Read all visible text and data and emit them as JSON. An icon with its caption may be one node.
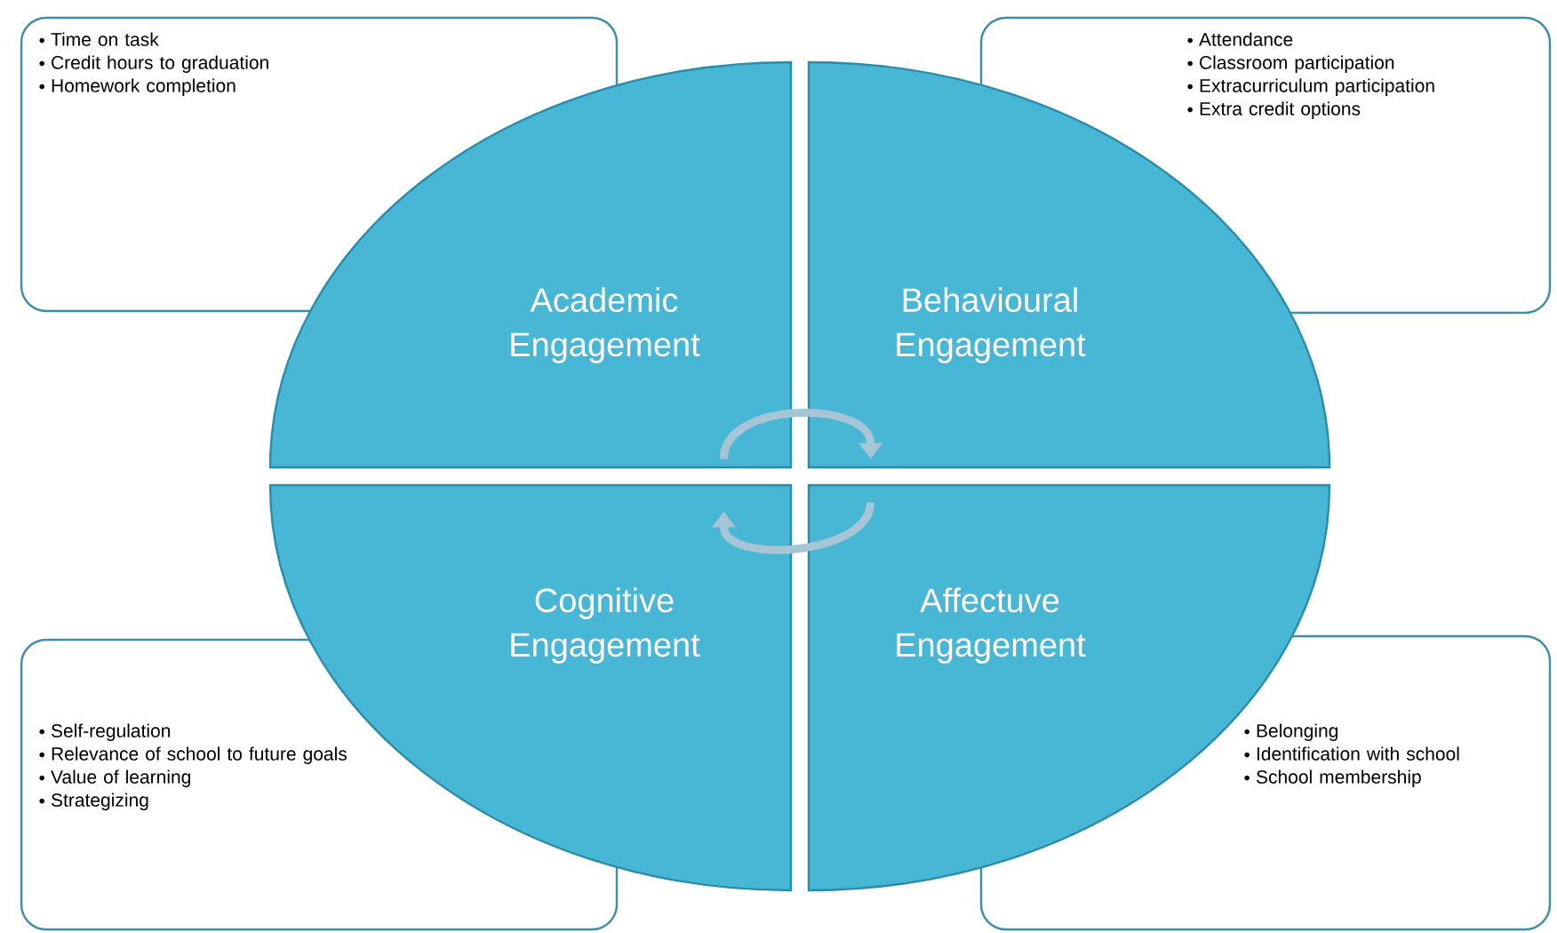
{
  "diagram": {
    "nodes": [
      {
        "text": [
          "Time on task",
          "Credit hours to graduation",
          "Homework completion"
        ]
      },
      {
        "text": [
          "Academic Engagement"
        ]
      },
      {
        "text": [
          "Behavioural Engagement"
        ]
      },
      {
        "text": [
          "Attendance",
          "Classroom participation",
          "Extracurriculum participation",
          "Extra credit options"
        ]
      },
      {
        "text": [
          "Self-regulation",
          "Relevance of school to future goals",
          "Value of learning",
          "Strategizing"
        ]
      },
      {
        "text": [
          "Cognitive Engagement"
        ]
      },
      {
        "text": [
          "Affectuve Engagement"
        ]
      },
      {
        "text": [
          "Belonging",
          "Identification with school",
          "School membership"
        ]
      }
    ],
    "edges": [
      {
        "from": 1,
        "to": 2,
        "arrow": "to"
      },
      {
        "from": 6,
        "to": 5,
        "arrow": "to"
      }
    ]
  }
}
